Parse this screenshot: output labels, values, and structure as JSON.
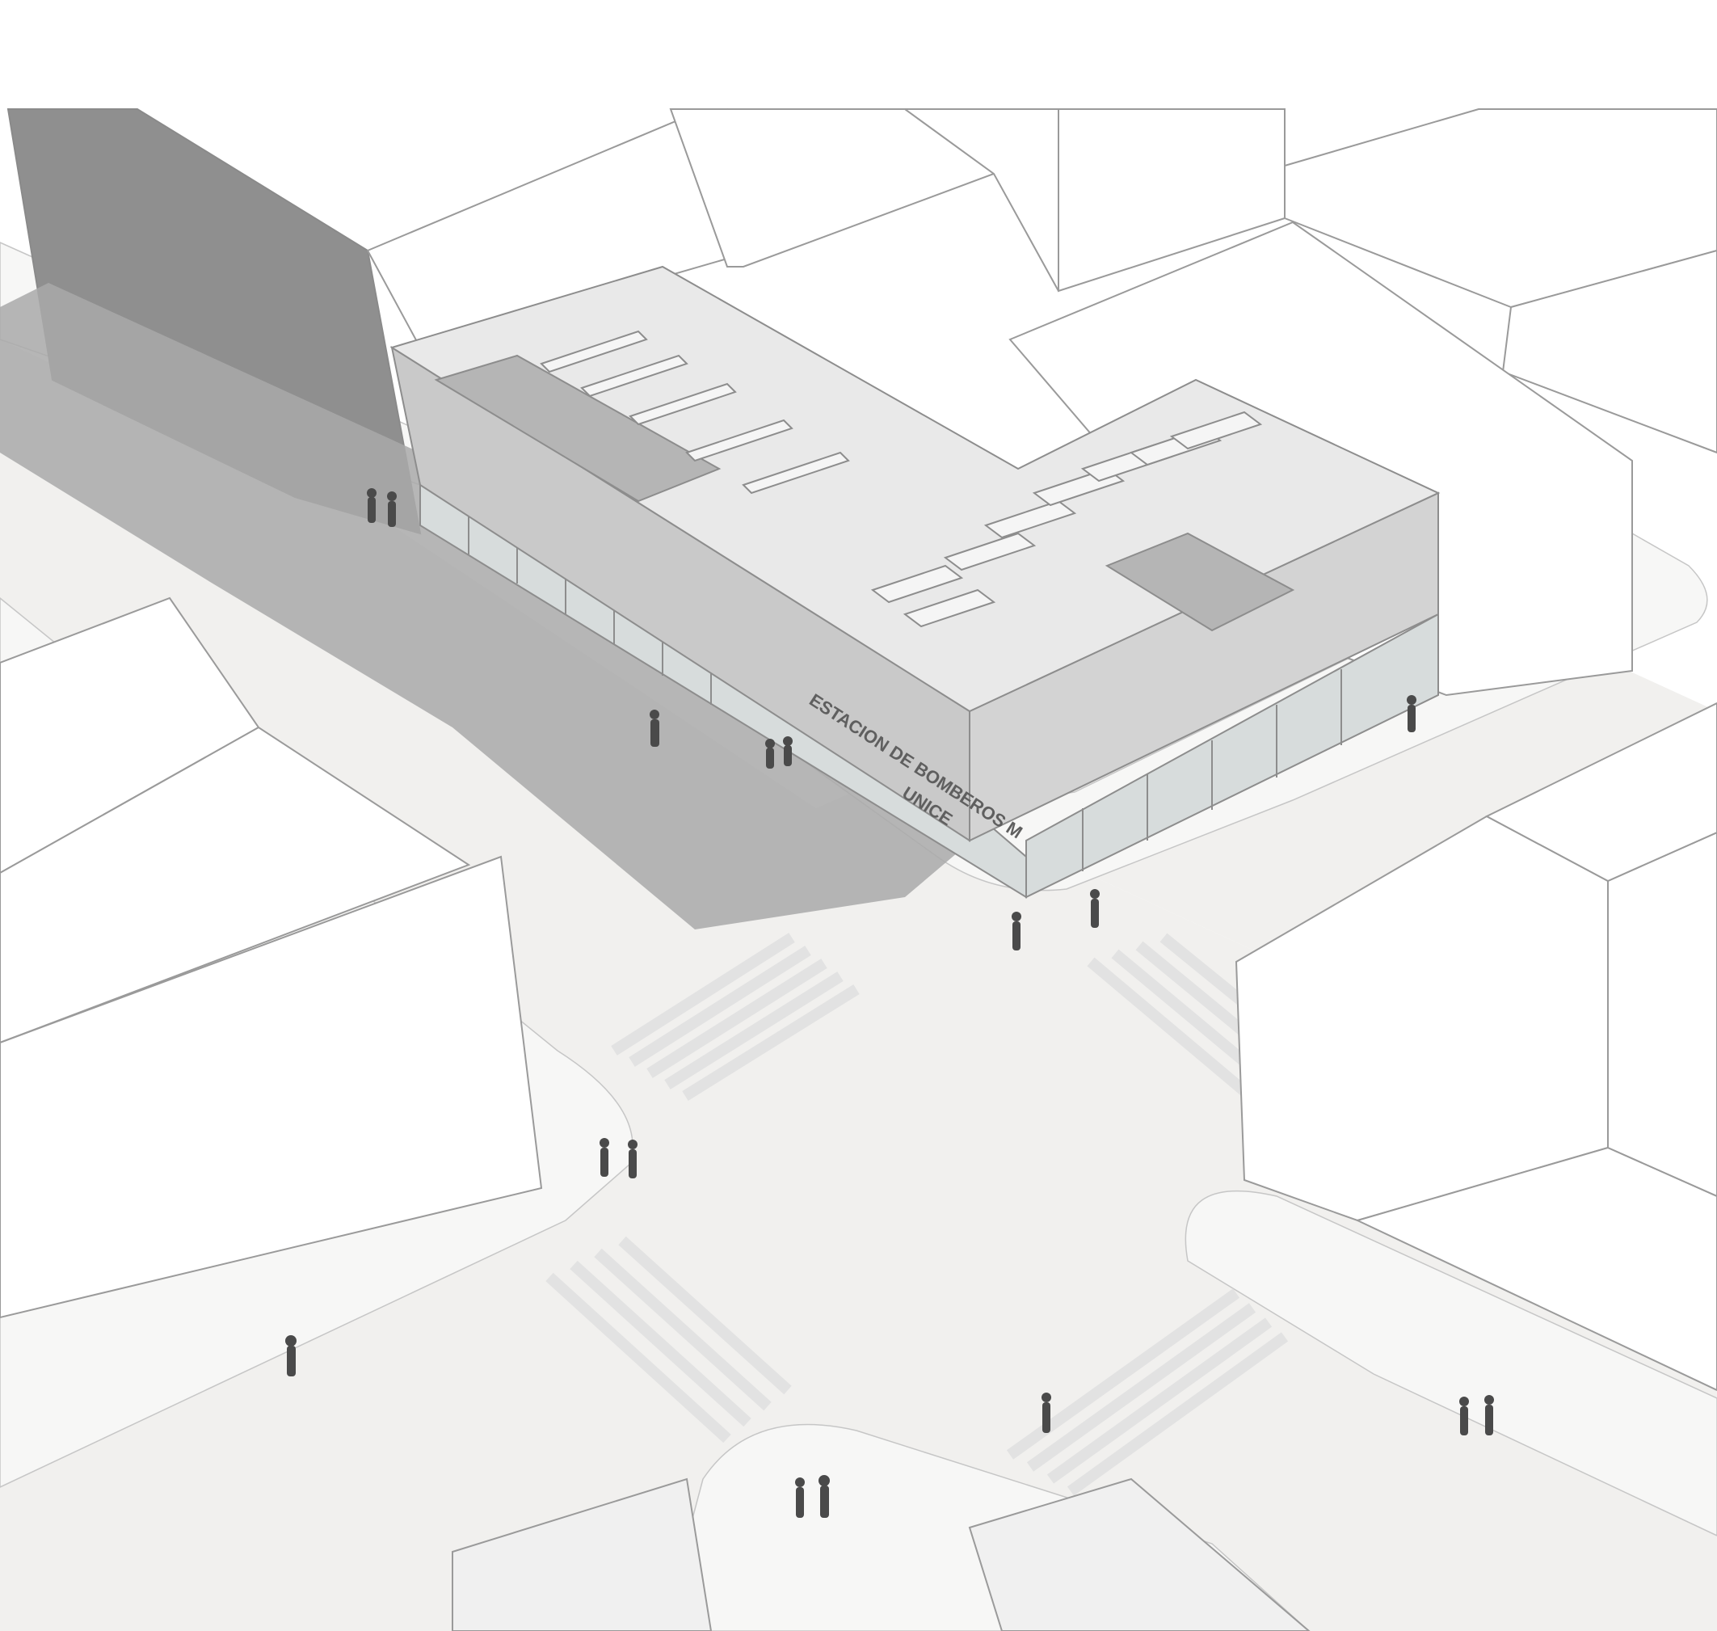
{
  "signage": {
    "line1": "ESTACION DE BOMBEROS M",
    "line2": "UNICE"
  },
  "colors": {
    "background": "#ffffff",
    "road": "#f1f0ee",
    "sidewalk": "#f7f7f6",
    "outline": "#9a9a9a",
    "shadow": "#a9a9a9",
    "roof": "#e9e9e9",
    "facade_concrete": "#cfcfcf",
    "glass": "#d7dcdc",
    "people": "#4a4a4a"
  },
  "elements": [
    "neighbouring-buildings",
    "fire-station",
    "street-intersection",
    "crosswalks",
    "pedestrians"
  ]
}
